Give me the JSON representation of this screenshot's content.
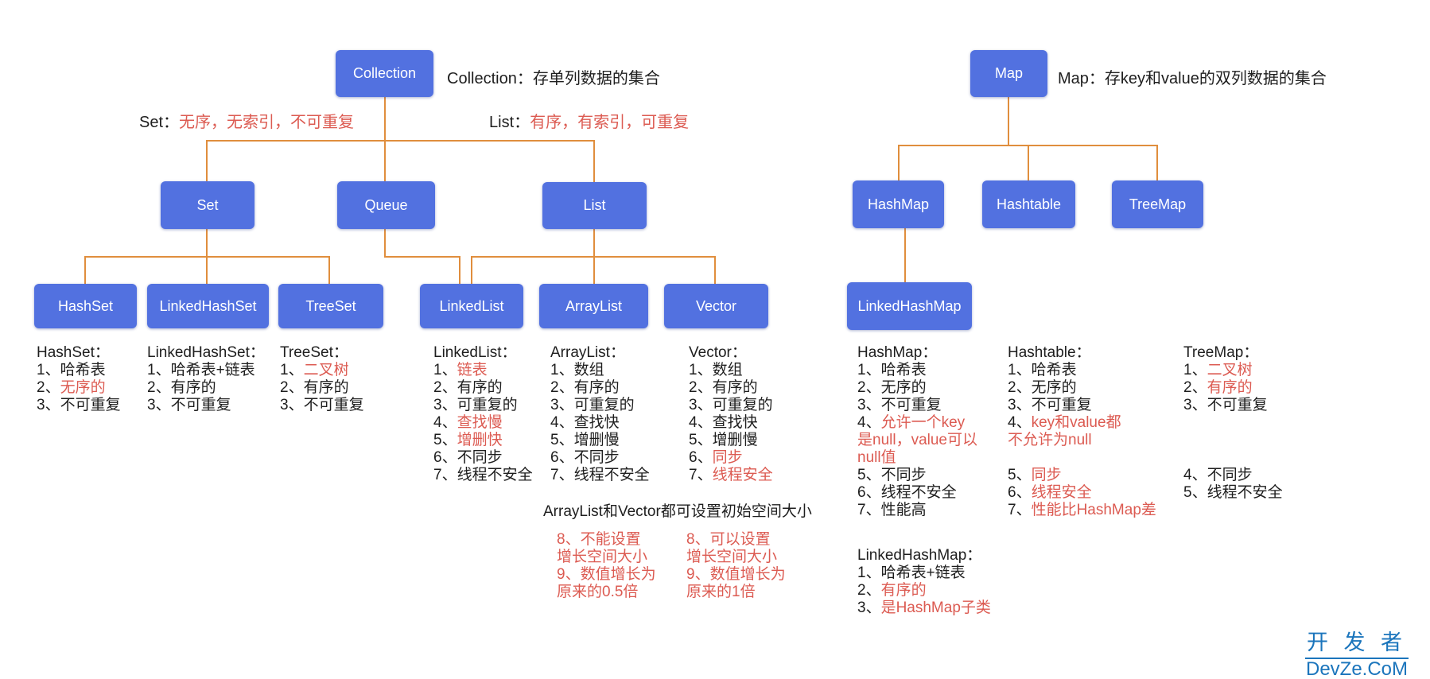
{
  "colors": {
    "node_blue": "#5271E0",
    "connector_orange": "#E08E3D",
    "highlight_red": "#DC5B52",
    "text_black": "#1e1e1e",
    "watermark_blue": "#1B75BC"
  },
  "nodes": {
    "collection": "Collection",
    "set": "Set",
    "queue": "Queue",
    "list": "List",
    "hashset": "HashSet",
    "linkedhashset": "LinkedHashSet",
    "treeset": "TreeSet",
    "linkedlist": "LinkedList",
    "arraylist": "ArrayList",
    "vector": "Vector",
    "map": "Map",
    "hashmap": "HashMap",
    "hashtable": "Hashtable",
    "treemap": "TreeMap",
    "linkedhashmap": "LinkedHashMap"
  },
  "annotations": {
    "collection_desc": "Collection：存单列数据的集合",
    "map_desc": "Map：存key和value的双列数据的集合",
    "set_note_prefix": "Set：",
    "set_note_red": "无序，无索引，不可重复",
    "list_note_prefix": "List：",
    "list_note_red": "有序，有索引，可重复",
    "arraylist_vector_note": "ArrayList和Vector都可设置初始空间大小"
  },
  "columns": {
    "hashset": [
      {
        "pre": "",
        "text": "HashSet：",
        "red": false
      },
      {
        "pre": "1、",
        "text": "哈希表",
        "red": false
      },
      {
        "pre": "2、",
        "text": "无序的",
        "red": true
      },
      {
        "pre": "3、",
        "text": "不可重复",
        "red": false
      }
    ],
    "linkedhashset": [
      {
        "pre": "",
        "text": "LinkedHashSet：",
        "red": false
      },
      {
        "pre": "1、",
        "text": "哈希表+链表",
        "red": false
      },
      {
        "pre": "2、",
        "text": "有序的",
        "red": false
      },
      {
        "pre": "3、",
        "text": "不可重复",
        "red": false
      }
    ],
    "treeset": [
      {
        "pre": "",
        "text": "TreeSet：",
        "red": false
      },
      {
        "pre": "1、",
        "text": "二叉树",
        "red": true
      },
      {
        "pre": "2、",
        "text": "有序的",
        "red": false
      },
      {
        "pre": "3、",
        "text": "不可重复",
        "red": false
      }
    ],
    "linkedlist": [
      {
        "pre": "",
        "text": "LinkedList：",
        "red": false
      },
      {
        "pre": "1、",
        "text": "链表",
        "red": true
      },
      {
        "pre": "2、",
        "text": "有序的",
        "red": false
      },
      {
        "pre": "3、",
        "text": "可重复的",
        "red": false
      },
      {
        "pre": "4、",
        "text": "查找慢",
        "red": true
      },
      {
        "pre": "5、",
        "text": "增删快",
        "red": true
      },
      {
        "pre": "6、",
        "text": "不同步",
        "red": false
      },
      {
        "pre": "7、",
        "text": "线程不安全",
        "red": false
      }
    ],
    "arraylist": [
      {
        "pre": "",
        "text": "ArrayList：",
        "red": false
      },
      {
        "pre": "1、",
        "text": "数组",
        "red": false
      },
      {
        "pre": "2、",
        "text": "有序的",
        "red": false
      },
      {
        "pre": "3、",
        "text": "可重复的",
        "red": false
      },
      {
        "pre": "4、",
        "text": "查找快",
        "red": false
      },
      {
        "pre": "5、",
        "text": "增删慢",
        "red": false
      },
      {
        "pre": "6、",
        "text": "不同步",
        "red": false
      },
      {
        "pre": "7、",
        "text": "线程不安全",
        "red": false
      }
    ],
    "vector": [
      {
        "pre": "",
        "text": "Vector：",
        "red": false
      },
      {
        "pre": "1、",
        "text": "数组",
        "red": false
      },
      {
        "pre": "2、",
        "text": "有序的",
        "red": false
      },
      {
        "pre": "3、",
        "text": "可重复的",
        "red": false
      },
      {
        "pre": "4、",
        "text": "查找快",
        "red": false
      },
      {
        "pre": "5、",
        "text": "增删慢",
        "red": false
      },
      {
        "pre": "6、",
        "text": "同步",
        "red": true
      },
      {
        "pre": "7、",
        "text": "线程安全",
        "red": true
      }
    ],
    "arraylist89": [
      {
        "pre": "",
        "text": "8、不能设置",
        "red": true
      },
      {
        "pre": "",
        "text": "增长空间大小",
        "red": true
      },
      {
        "pre": "",
        "text": "9、数值增长为",
        "red": true
      },
      {
        "pre": "",
        "text": "原来的0.5倍",
        "red": true
      }
    ],
    "vector89": [
      {
        "pre": "",
        "text": "8、可以设置",
        "red": true
      },
      {
        "pre": "",
        "text": "增长空间大小",
        "red": true
      },
      {
        "pre": "",
        "text": "9、数值增长为",
        "red": true
      },
      {
        "pre": "",
        "text": "原来的1倍",
        "red": true
      }
    ],
    "hashmap": [
      {
        "pre": "",
        "text": "HashMap：",
        "red": false
      },
      {
        "pre": "1、",
        "text": "哈希表",
        "red": false
      },
      {
        "pre": "2、",
        "text": "无序的",
        "red": false
      },
      {
        "pre": "3、",
        "text": "不可重复",
        "red": false
      },
      {
        "pre": "4、",
        "text": "允许一个key",
        "red": true
      },
      {
        "pre": "",
        "text": "是null，value可以",
        "red": true
      },
      {
        "pre": "",
        "text": "null值",
        "red": true
      },
      {
        "pre": "5、",
        "text": "不同步",
        "red": false
      },
      {
        "pre": "6、",
        "text": "线程不安全",
        "red": false
      },
      {
        "pre": "7、",
        "text": "性能高",
        "red": false
      }
    ],
    "hashtable": [
      {
        "pre": "",
        "text": "Hashtable：",
        "red": false
      },
      {
        "pre": "1、",
        "text": "哈希表",
        "red": false
      },
      {
        "pre": "2、",
        "text": "无序的",
        "red": false
      },
      {
        "pre": "3、",
        "text": "不可重复",
        "red": false
      },
      {
        "pre": "4、",
        "text": "key和value都",
        "red": true
      },
      {
        "pre": "",
        "text": "不允许为null",
        "red": true
      },
      {
        "pre": "",
        "text": "",
        "red": false
      },
      {
        "pre": "5、",
        "text": "同步",
        "red": true
      },
      {
        "pre": "6、",
        "text": "线程安全",
        "red": true
      },
      {
        "pre": "7、",
        "text": "性能比HashMap差",
        "red": true
      }
    ],
    "treemap": [
      {
        "pre": "",
        "text": "TreeMap：",
        "red": false
      },
      {
        "pre": "1、",
        "text": "二叉树",
        "red": true
      },
      {
        "pre": "2、",
        "text": "有序的",
        "red": true
      },
      {
        "pre": "3、",
        "text": "不可重复",
        "red": false
      },
      {
        "pre": "",
        "text": "",
        "red": false
      },
      {
        "pre": "",
        "text": "",
        "red": false
      },
      {
        "pre": "",
        "text": "",
        "red": false
      },
      {
        "pre": "4、",
        "text": "不同步",
        "red": false
      },
      {
        "pre": "5、",
        "text": "线程不安全",
        "red": false
      }
    ],
    "linkedhashmap": [
      {
        "pre": "",
        "text": "LinkedHashMap：",
        "red": false
      },
      {
        "pre": "1、",
        "text": "哈希表+链表",
        "red": false
      },
      {
        "pre": "2、",
        "text": "有序的",
        "red": true
      },
      {
        "pre": "3、",
        "text": "是HashMap子类",
        "red": true
      }
    ]
  },
  "watermark": {
    "line1": "开 发 者",
    "line2": "DevZe.CoM"
  }
}
